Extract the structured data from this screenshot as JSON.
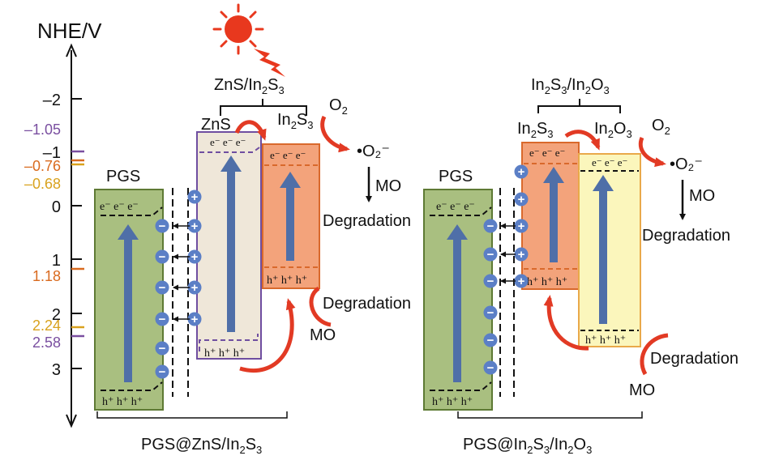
{
  "axis": {
    "title": "NHE/V",
    "ticks": [
      "–2",
      "–1",
      "0",
      "1",
      "2",
      "3"
    ],
    "levels": [
      {
        "text": "–1.05",
        "color": "#7a4fa0"
      },
      {
        "text": "–0.76",
        "color": "#d96a1e"
      },
      {
        "text": "–0.68",
        "color": "#d9a21e"
      },
      {
        "text": "1.18",
        "color": "#d96a1e"
      },
      {
        "text": "2.24",
        "color": "#d9a21e"
      },
      {
        "text": "2.58",
        "color": "#7a4fa0"
      }
    ]
  },
  "colors": {
    "pgs_fill": "#a9bf80",
    "pgs_stroke": "#5e7a34",
    "zns_fill": "#efe7d9",
    "zns_stroke": "#6f4ea0",
    "in2s3_fill": "#f3a37b",
    "in2s3_stroke": "#d9692c",
    "in2o3_fill": "#fbf6bc",
    "in2o3_stroke": "#e9a94a",
    "arrow_blue": "#4f6fa8",
    "arrow_red": "#e23a24",
    "hole_circle": "#5b7fc6",
    "sun": "#e8381e"
  },
  "labels": {
    "e_group": "e⁻ e⁻ e⁻",
    "h_group": "h⁺ h⁺ h⁺",
    "plus": "+",
    "minus": "−",
    "superoxide": "•O₂⁻"
  },
  "left": {
    "composite_main": "ZnS/In",
    "composite_sub1": "2",
    "composite_mid": "S",
    "composite_sub2": "3",
    "pgs": "PGS",
    "zns": "ZnS",
    "in2s3_main": "In",
    "in2s3_sub1": "2",
    "in2s3_mid": "S",
    "in2s3_sub2": "3",
    "o2_main": "O",
    "o2_sub": "2",
    "mo_top": "MO",
    "degradation_top": "Degradation",
    "degradation_bottom": "Degradation",
    "mo_bottom": "MO",
    "caption_main": "PGS@ZnS/In",
    "caption_sub1": "2",
    "caption_mid": "S",
    "caption_sub2": "3"
  },
  "right": {
    "composite_a": "In",
    "composite_sub1": "2",
    "composite_b": "S",
    "composite_sub2": "3",
    "composite_c": "/In",
    "composite_sub3": "2",
    "composite_d": "O",
    "composite_sub4": "3",
    "pgs": "PGS",
    "in2s3_a": "In",
    "in2s3_sub1": "2",
    "in2s3_b": "S",
    "in2s3_sub2": "3",
    "in2o3_a": "In",
    "in2o3_sub1": "2",
    "in2o3_b": "O",
    "in2o3_sub2": "3",
    "o2_main": "O",
    "o2_sub": "2",
    "mo_top": "MO",
    "degradation_top": "Degradation",
    "degradation_bottom": "Degradation",
    "mo_bottom": "MO",
    "caption_a": "PGS@In",
    "caption_sub1": "2",
    "caption_b": "S",
    "caption_sub2": "3",
    "caption_c": "/In",
    "caption_sub3": "2",
    "caption_d": "O",
    "caption_sub4": "3"
  }
}
